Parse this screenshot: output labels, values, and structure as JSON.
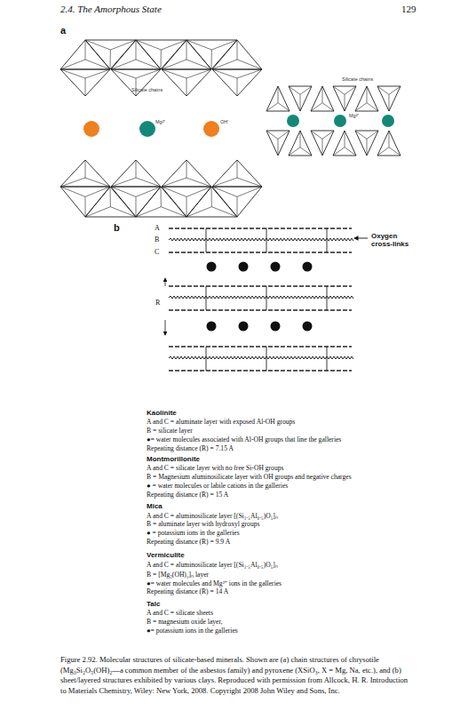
{
  "diagram": {
    "caption": "Figure 2.92. Molecular structures of silicate-based minerals. Shown are (a) chain structures of chrysotile (Mg₃Si₂O₅(OH)₂—a common member of the asbestos family) and pyroxene (XSiO₃, X = Mg, Na, etc.), and (b) sheet/layered structures exhibited by various clays. Reproduced with permission from Allcock, H. R. Introduction to Materials Chemistry, Wiley: New York, 2008. Copyright 2008 John Wiley and Sons, Inc.",
    "labels": [
      "2.4. The Amorphous State",
      "129",
      "a",
      "Silicate chains",
      "Mg²⁺",
      "OH⁻",
      "Silicate chains",
      "Mg²⁺",
      "b",
      "A",
      "B",
      "C",
      "Oxygen cross-links",
      "R",
      "Kaolinite",
      "A and C = aluminate layer with exposed Al-OH groups",
      "B = silicate layer",
      "●= water molecules associated with Al-OH groups that line the galleries",
      "Repeating distance (R) = 7.15 A",
      "Montmorillonite",
      "A and C = silicate layer with no free Si-OH groups",
      "B = Magnesium aluminosilicate layer with OH groups and negative charges",
      "● = water molecules or labile cations in the galleries",
      "Repeating distance (R) = 15 A",
      "Mica",
      "A and C = aluminosilicate layer [(Si₁.₅Al₀.₅)O₅]ₙ",
      "B = aluminate layer with hydroxyl groups",
      "● = potassium ions in the galleries",
      "Repeating distance (R) = 9.9 A",
      "Vermiculite",
      "A and C = aluminosilicate layer [(Si₁.₅Al₀.₅)O₅]ₙ",
      "B = [Mg₃(OH)₂]ₙ layer",
      "●= water molecules and Mg²⁺ ions in the galleries",
      "Repeating distance (R) = 14 A",
      "Talc",
      "A and C = silicate sheets",
      "B = magnesium oxide layer,",
      "●= potassium ions in the galleries"
    ]
  }
}
